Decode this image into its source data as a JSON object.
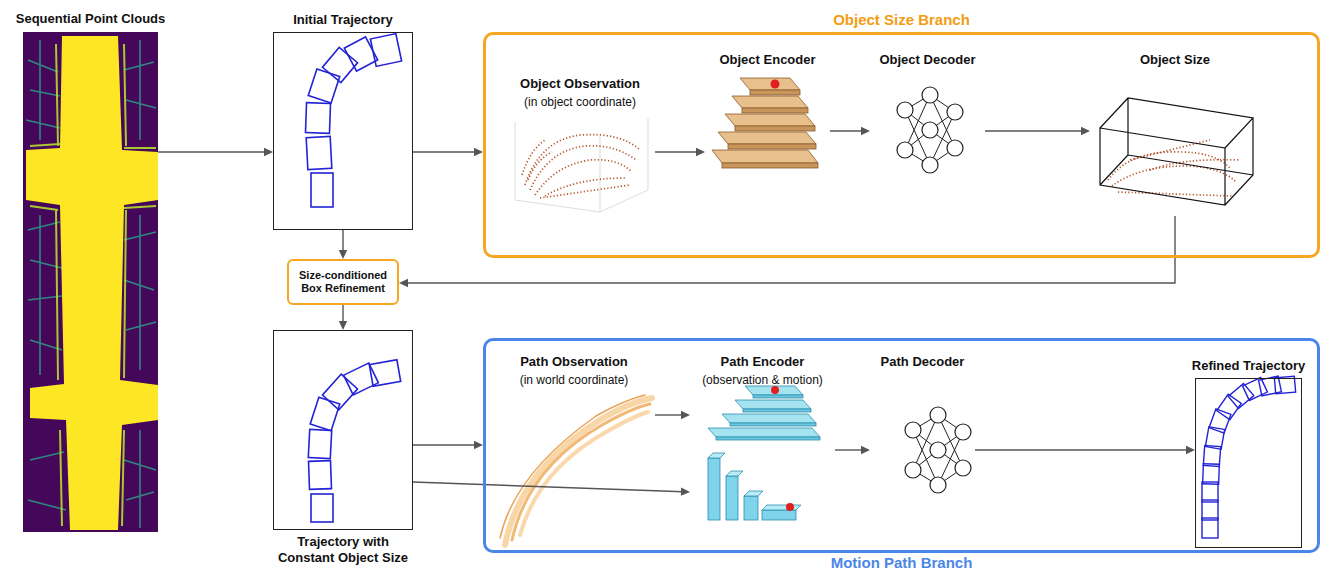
{
  "diagram": {
    "nodes": [
      {
        "text": [
          "Sequential Point Clouds"
        ]
      },
      {
        "text": [
          "Initial Trajectory"
        ]
      },
      {
        "text": [
          "Object Size Branch"
        ]
      },
      {
        "text": [
          "Object Observation",
          "(in object coordinate)"
        ],
        "in": 2
      },
      {
        "text": [
          "Object Encoder"
        ],
        "in": 2
      },
      {
        "text": [
          "Object Decoder"
        ],
        "in": 2
      },
      {
        "text": [
          "Object Size"
        ],
        "in": 2
      },
      {
        "text": [
          "Size-conditioned Box Refinement"
        ]
      },
      {
        "text": [
          "Trajectory with Constant Object Size"
        ]
      },
      {
        "text": [
          "Motion Path Branch"
        ]
      },
      {
        "text": [
          "Path Observation",
          "(in world coordinate)"
        ],
        "in": 9
      },
      {
        "text": [
          "Path Encoder",
          "(observation & motion)"
        ],
        "in": 9
      },
      {
        "text": [
          "Path Decoder"
        ],
        "in": 9
      },
      {
        "text": [
          "Refined Trajectory"
        ],
        "in": 9
      }
    ],
    "edges": [
      {
        "from": 0,
        "to": 1,
        "arrow": "to"
      },
      {
        "from": 1,
        "to": 2,
        "arrow": "to"
      },
      {
        "from": 3,
        "to": 4,
        "arrow": "to"
      },
      {
        "from": 4,
        "to": 5,
        "arrow": "to"
      },
      {
        "from": 5,
        "to": 6,
        "arrow": "to"
      },
      {
        "from": 1,
        "to": 7,
        "arrow": "to"
      },
      {
        "from": 6,
        "to": 7,
        "arrow": "to"
      },
      {
        "from": 7,
        "to": 8,
        "arrow": "to"
      },
      {
        "from": 8,
        "to": 9,
        "arrow": "to"
      },
      {
        "from": 8,
        "to": 11,
        "arrow": "to"
      },
      {
        "from": 10,
        "to": 11,
        "arrow": "to"
      },
      {
        "from": 11,
        "to": 12,
        "arrow": "to"
      },
      {
        "from": 12,
        "to": 13,
        "arrow": "to"
      }
    ]
  }
}
